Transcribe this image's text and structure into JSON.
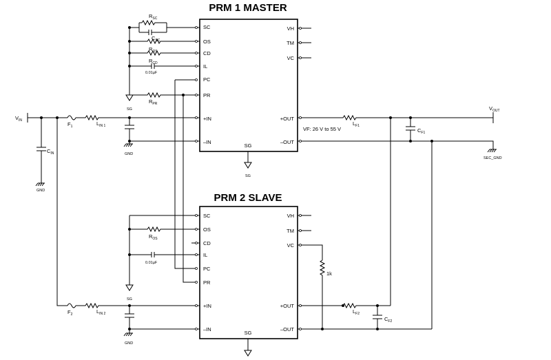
{
  "prm1": {
    "title": "PRM 1 MASTER",
    "left_pins": [
      "SC",
      "OS",
      "CD",
      "IL",
      "PC",
      "PR",
      "+IN",
      "–IN"
    ],
    "right_pins": [
      "VH",
      "TM",
      "VC",
      "+OUT",
      "–OUT"
    ],
    "sg": "SG",
    "vf_note": "VF: 26 V to 55 V"
  },
  "prm2": {
    "title": "PRM 2 SLAVE",
    "left_pins": [
      "SC",
      "OS",
      "CD",
      "IL",
      "PC",
      "PR",
      "+IN",
      "–IN"
    ],
    "right_pins": [
      "VH",
      "TM",
      "VC",
      "+OUT",
      "–OUT"
    ],
    "sg": "SG"
  },
  "components": {
    "r_sc": {
      "main": "R",
      "sub": "SC"
    },
    "c_sc": {
      "main": "C",
      "sub": "SC"
    },
    "r_os1": {
      "main": "R",
      "sub": "OS"
    },
    "r_cd": {
      "main": "R",
      "sub": "CD"
    },
    "c_il1": "0.01µF",
    "r_pr": {
      "main": "R",
      "sub": "PR"
    },
    "r_os2": {
      "main": "R",
      "sub": "OS"
    },
    "c_il2": "0.01µF",
    "f1": {
      "main": "F",
      "sub": "1"
    },
    "f2": {
      "main": "F",
      "sub": "2"
    },
    "lin1": {
      "main": "L",
      "sub": "IN 1"
    },
    "lin2": {
      "main": "L",
      "sub": "IN 2"
    },
    "cin": {
      "main": "C",
      "sub": "IN"
    },
    "lf1": {
      "main": "L",
      "sub": "F1"
    },
    "lf2": {
      "main": "L",
      "sub": "F2"
    },
    "cf1": {
      "main": "C",
      "sub": "F1"
    },
    "cf2": {
      "main": "C",
      "sub": "F2"
    },
    "r1k": "1k"
  },
  "nets": {
    "vin": {
      "main": "V",
      "sub": "IN"
    },
    "vout": {
      "main": "V",
      "sub": "OUT"
    },
    "gnd": "GND",
    "sec_gnd": "SEC_GND",
    "sg": "SG"
  }
}
